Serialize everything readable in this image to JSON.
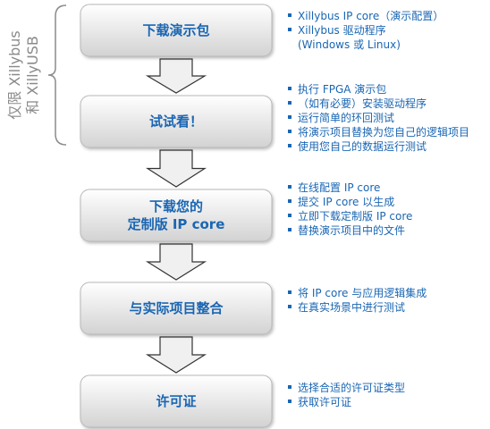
{
  "colors": {
    "text": "#1a66b3",
    "box_fill_top": "#ffffff",
    "box_fill_bottom": "#d2d2d2",
    "box_stroke": "#b8b8b8",
    "arrow_fill": "#f0f0f0",
    "arrow_stroke": "#333333",
    "side_note": "#8a8a8a"
  },
  "side_note": {
    "line1": "仅限 Xillybus",
    "line2": "和 XillyUSB"
  },
  "steps": [
    {
      "title_lines": [
        "下载演示包"
      ],
      "bullets": [
        "Xillybus IP core（演示配置）",
        "Xillybus 驱动程序",
        "(Windows 或 Linux)"
      ],
      "bullet_markers": [
        true,
        true,
        false
      ]
    },
    {
      "title_lines": [
        "试试看！"
      ],
      "bullets": [
        "执行 FPGA 演示包",
        "（如有必要）安装驱动程序",
        "运行简单的环回测试",
        "将演示项目替换为您自己的逻辑项目",
        "使用您自己的数据运行测试"
      ],
      "bullet_markers": [
        true,
        true,
        true,
        true,
        true
      ]
    },
    {
      "title_lines": [
        "下载您的",
        "定制版 IP core"
      ],
      "bullets": [
        "在线配置 IP core",
        "提交 IP core 以生成",
        "立即下载定制版 IP core",
        "替换演示项目中的文件"
      ],
      "bullet_markers": [
        true,
        true,
        true,
        true
      ]
    },
    {
      "title_lines": [
        "与实际项目整合"
      ],
      "bullets": [
        "将 IP core 与应用逻辑集成",
        "在真实场景中进行测试"
      ],
      "bullet_markers": [
        true,
        true
      ]
    },
    {
      "title_lines": [
        "许可证"
      ],
      "bullets": [
        "选择合适的许可证类型",
        "获取许可证"
      ],
      "bullet_markers": [
        true,
        true
      ]
    }
  ]
}
